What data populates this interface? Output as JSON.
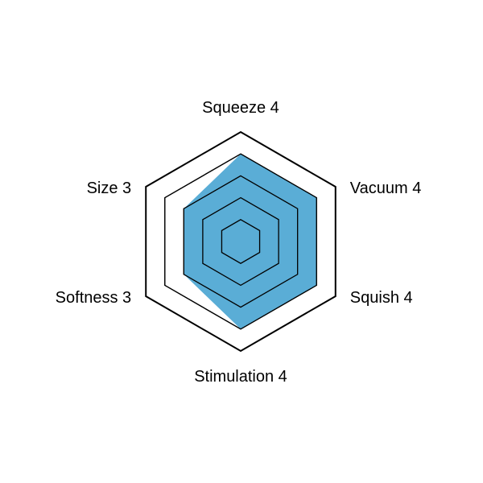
{
  "chart_data": {
    "type": "radar",
    "max": 5,
    "levels": 5,
    "axes": [
      {
        "name": "Squeeze",
        "value": 4,
        "label": "Squeeze 4"
      },
      {
        "name": "Vacuum",
        "value": 4,
        "label": "Vacuum 4"
      },
      {
        "name": "Squish",
        "value": 4,
        "label": "Squish 4"
      },
      {
        "name": "Stimulation",
        "value": 4,
        "label": "Stimulation 4"
      },
      {
        "name": "Softness",
        "value": 3,
        "label": "Softness 3"
      },
      {
        "name": "Size",
        "value": 3,
        "label": "Size 3"
      }
    ],
    "fill_color": "#5aadd6",
    "grid_color": "#000000",
    "grid": true,
    "legend": "none"
  }
}
